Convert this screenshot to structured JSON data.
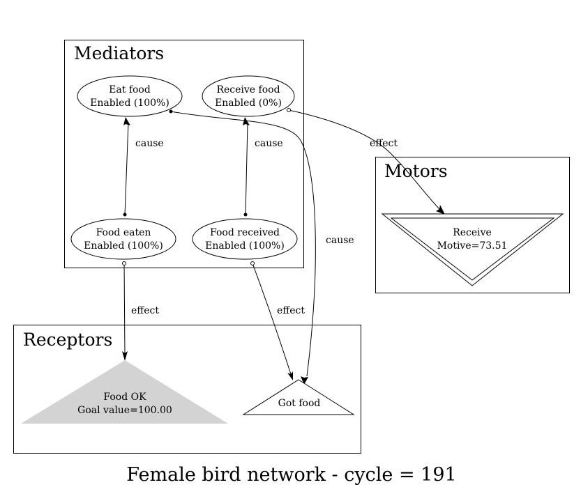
{
  "clusters": {
    "mediators": "Mediators",
    "motors": "Motors",
    "receptors": "Receptors"
  },
  "nodes": {
    "eat_food": {
      "line1": "Eat food",
      "line2": "Enabled (100%)"
    },
    "receive_food": {
      "line1": "Receive food",
      "line2": "Enabled (0%)"
    },
    "food_eaten": {
      "line1": "Food eaten",
      "line2": "Enabled (100%)"
    },
    "food_received": {
      "line1": "Food received",
      "line2": "Enabled (100%)"
    },
    "receive": {
      "line1": "Receive",
      "line2": "Motive=73.51"
    },
    "food_ok": {
      "line1": "Food OK",
      "line2": "Goal value=100.00",
      "fill": "#d3d3d3"
    },
    "got_food": {
      "line1": "Got food"
    }
  },
  "edges": {
    "eat_to_eaten": "cause",
    "receive_to_received": "cause",
    "eat_to_got_food": "cause",
    "receive_food_to_receive": "effect",
    "eaten_to_food_ok": "effect",
    "received_to_got_food": "effect"
  },
  "caption": "Female bird network - cycle = 191"
}
